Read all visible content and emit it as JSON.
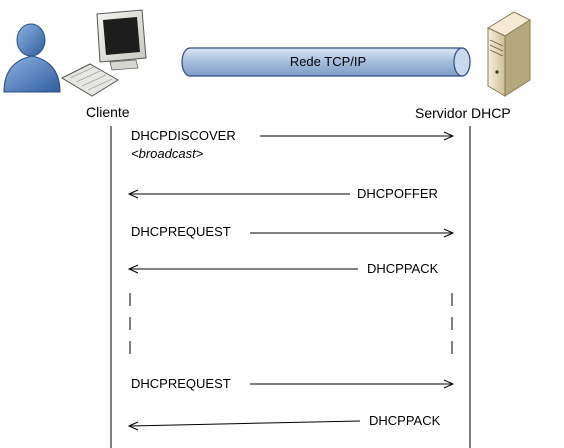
{
  "network": {
    "label": "Rede TCP/IP"
  },
  "client": {
    "label": "Cliente",
    "icon": "user-icon",
    "computer_icon": "desktop-computer-icon"
  },
  "server": {
    "label": "Servidor DHCP",
    "icon": "server-tower-icon"
  },
  "messages": [
    {
      "label": "DHCPDISCOVER",
      "note": "<broadcast>",
      "direction": "client-to-server"
    },
    {
      "label": "DHCPOFFER",
      "direction": "server-to-client"
    },
    {
      "label": "DHCPREQUEST",
      "direction": "client-to-server"
    },
    {
      "label": "DHCPPACK",
      "direction": "server-to-client"
    },
    {
      "label": "DHCPREQUEST",
      "direction": "client-to-server"
    },
    {
      "label": "DHCPPACK",
      "direction": "server-to-client"
    }
  ],
  "colors": {
    "pipe_fill": "#b9cde6",
    "pipe_stroke": "#2f4f80",
    "user_body": "#4f7fbf",
    "server_body": "#e8dcb8",
    "line": "#000000"
  }
}
